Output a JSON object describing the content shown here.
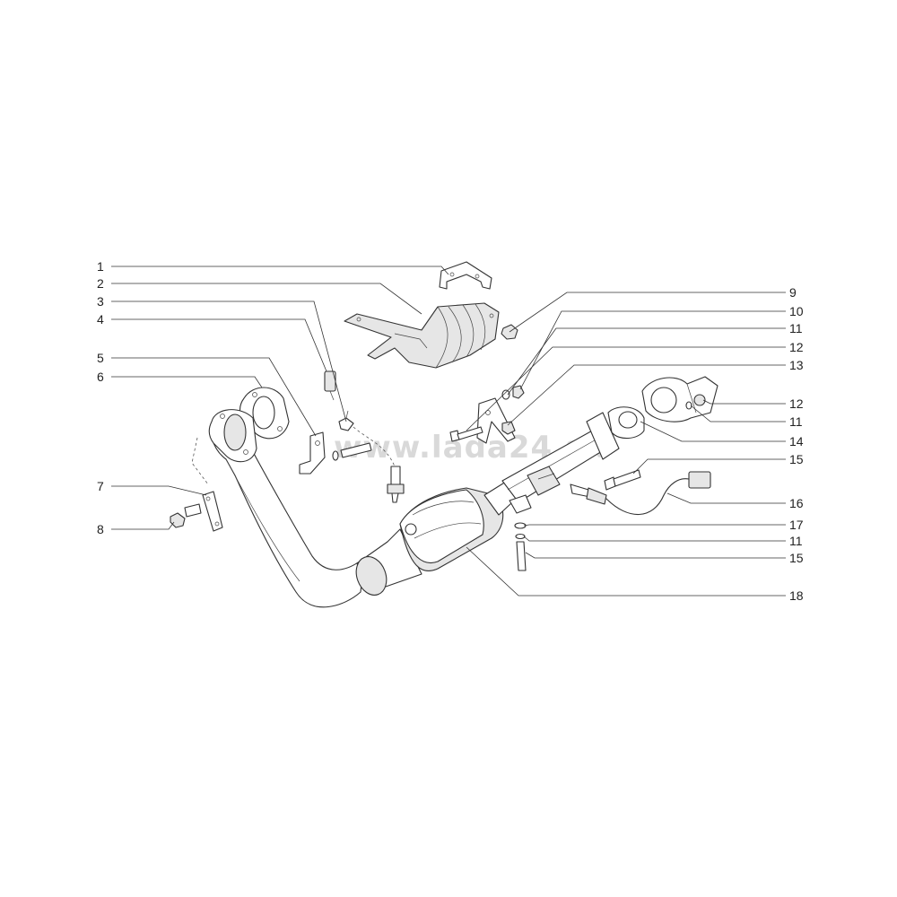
{
  "watermark": "www.lada24.sk",
  "callouts_left": [
    "1",
    "2",
    "3",
    "4",
    "5",
    "6",
    "7",
    "8"
  ],
  "callouts_right": [
    "9",
    "10",
    "11",
    "12",
    "13",
    "12",
    "11",
    "14",
    "15",
    "16",
    "17",
    "11",
    "15",
    "18"
  ],
  "colors": {
    "line": "#333333",
    "shade": "#e6e6e6",
    "dark": "#bdbdbd",
    "watermark": "#d9d9d9"
  }
}
